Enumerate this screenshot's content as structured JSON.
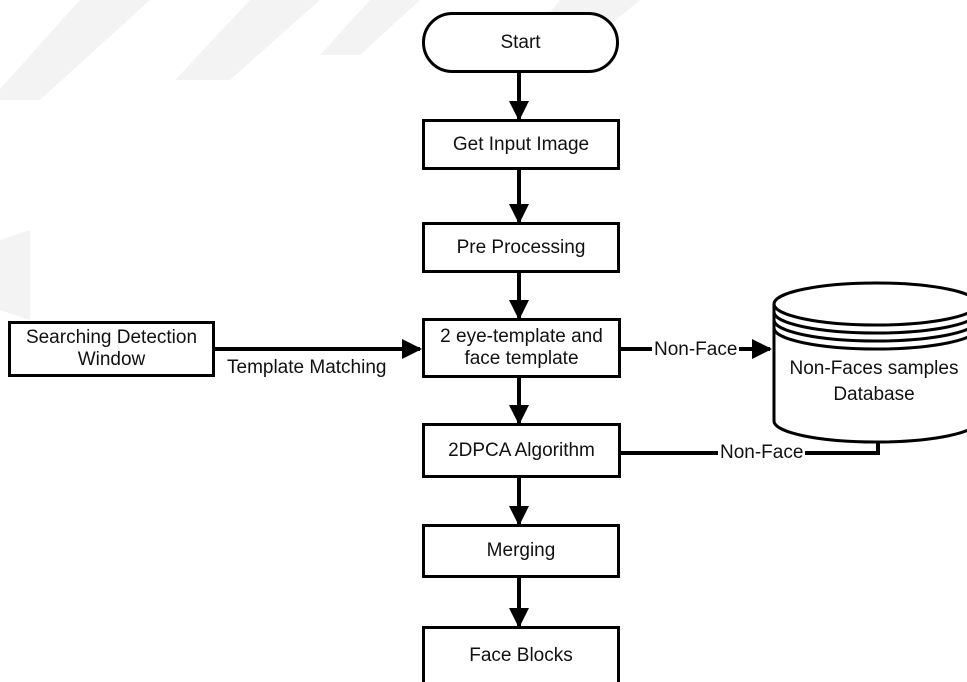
{
  "nodes": {
    "start": "Start",
    "get_input": "Get Input Image",
    "preprocess": "Pre Processing",
    "template_box": [
      "2 eye-template and",
      "face template"
    ],
    "search_window": [
      "Searching Detection",
      "Window"
    ],
    "algorithm": "2DPCA Algorithm",
    "merging": "Merging",
    "face_blocks": "Face Blocks",
    "database": [
      "Non-Faces samples",
      "Database"
    ]
  },
  "edges": {
    "template_matching": "Template Matching",
    "non_face_1": "Non-Face",
    "non_face_2": "Non-Face"
  }
}
